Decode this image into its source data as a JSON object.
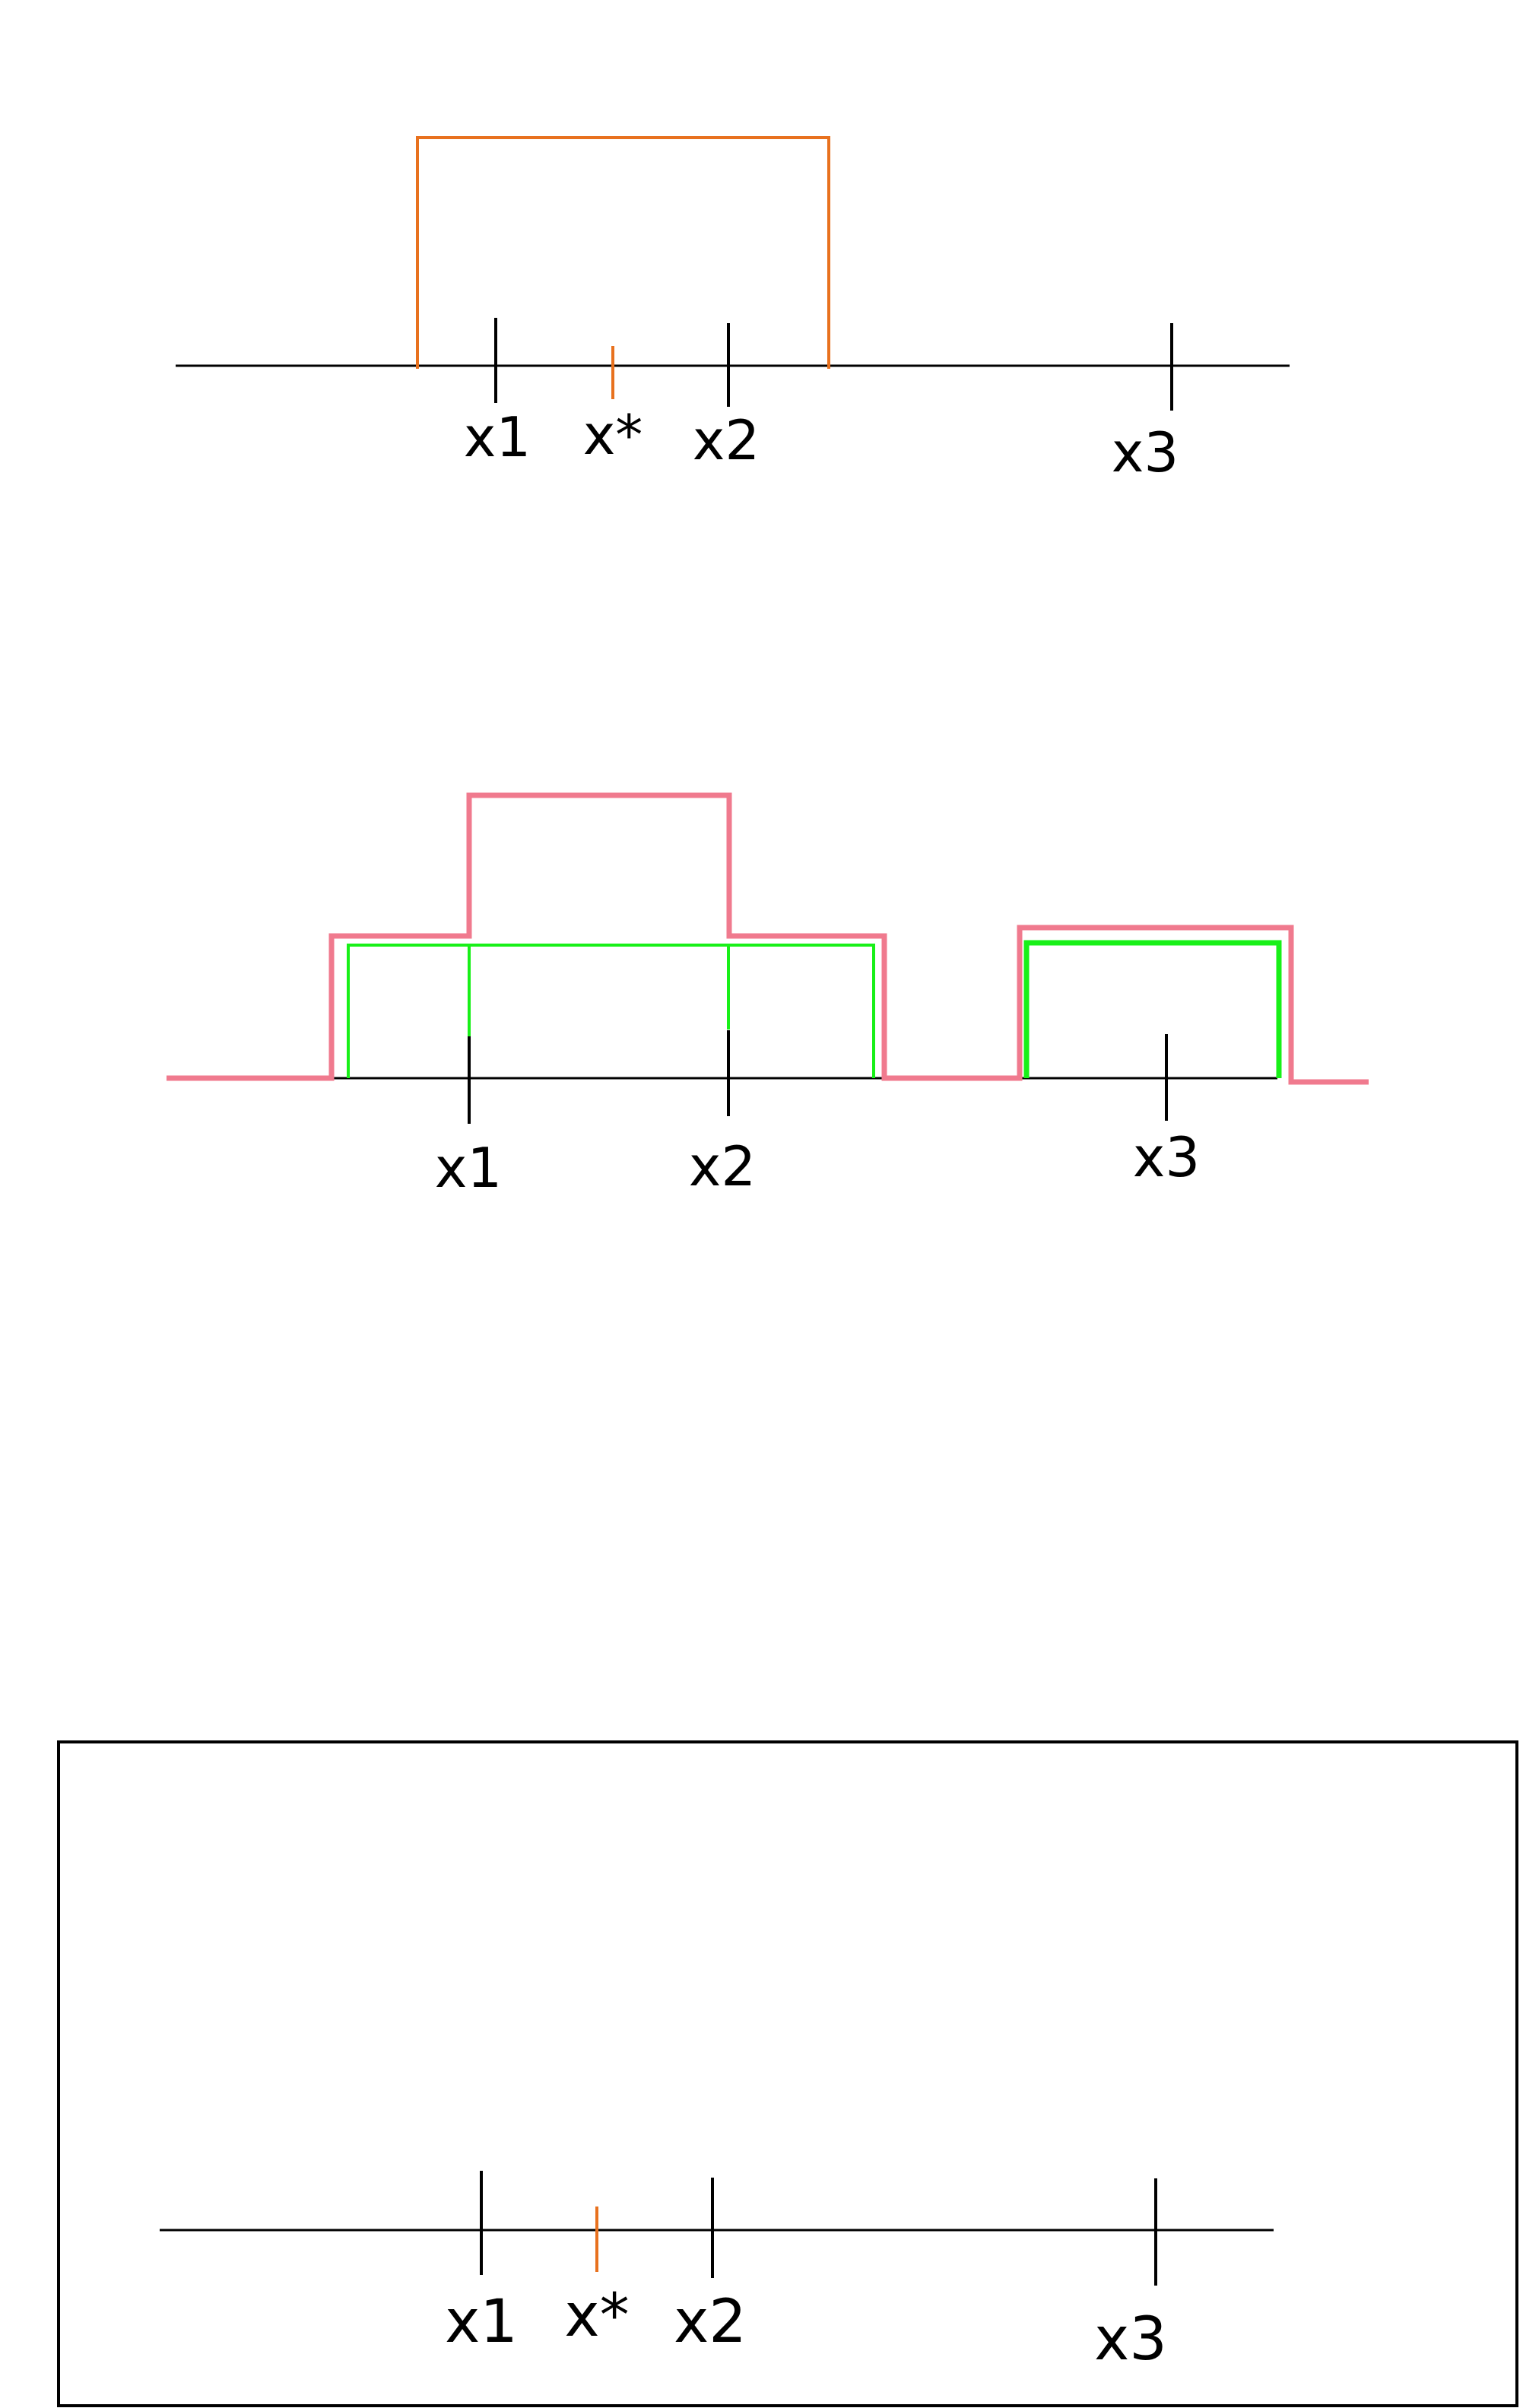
{
  "colors": {
    "axis": "#000000",
    "orange": "#E8711E",
    "pink": "#F07A8E",
    "green": "#18F018"
  },
  "panel1": {
    "labels": {
      "x1": "x1",
      "xstar": "x*",
      "x2": "x2",
      "x3": "x3"
    }
  },
  "panel2": {
    "labels": {
      "x1": "x1",
      "x2": "x2",
      "x3": "x3"
    }
  },
  "panel3": {
    "labels": {
      "x1": "x1",
      "xstar": "x*",
      "x2": "x2",
      "x3": "x3"
    }
  }
}
